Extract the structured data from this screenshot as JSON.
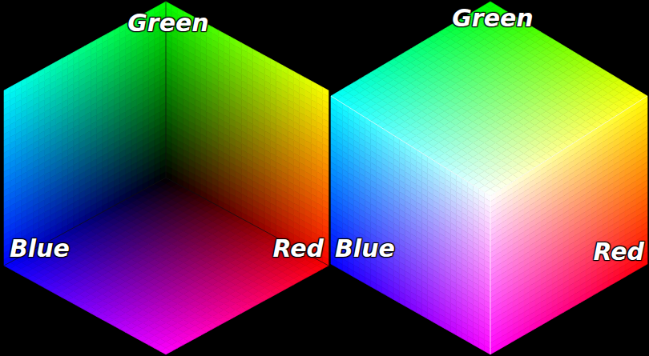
{
  "diagram": {
    "labels": [
      "Green",
      "Blue",
      "Red",
      "Green",
      "Blue",
      "Red"
    ]
  }
}
